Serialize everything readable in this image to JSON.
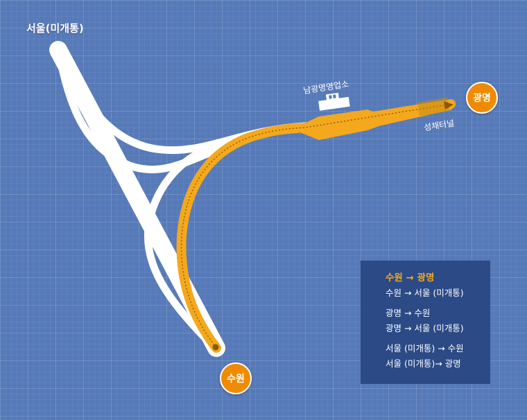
{
  "map": {
    "cities": {
      "seoul": "서울(미개통)",
      "suwon": "수원",
      "gwangmyeong": "광명"
    },
    "landmarks": {
      "office": "남광명영업소",
      "tunnel": "성채터널"
    },
    "colors": {
      "background": "#5679b8",
      "road": "#ffffff",
      "highlight_route": "#f4a81d",
      "badge": "#f08a00",
      "legend_bg": "#2b4a86"
    },
    "icons": [
      "toll-office-icon",
      "route-arrow-icon"
    ]
  },
  "legend": {
    "routes": [
      {
        "label": "수원 → 광명",
        "active": true
      },
      {
        "label": "수원 → 서울 (미개통)",
        "active": false
      },
      {
        "label": "광명 → 수원",
        "active": false
      },
      {
        "label": "광명 → 서울 (미개통)",
        "active": false
      },
      {
        "label": "서울 (미개통) → 수원",
        "active": false
      },
      {
        "label": "서울 (미개통)→ 광명",
        "active": false
      }
    ]
  }
}
